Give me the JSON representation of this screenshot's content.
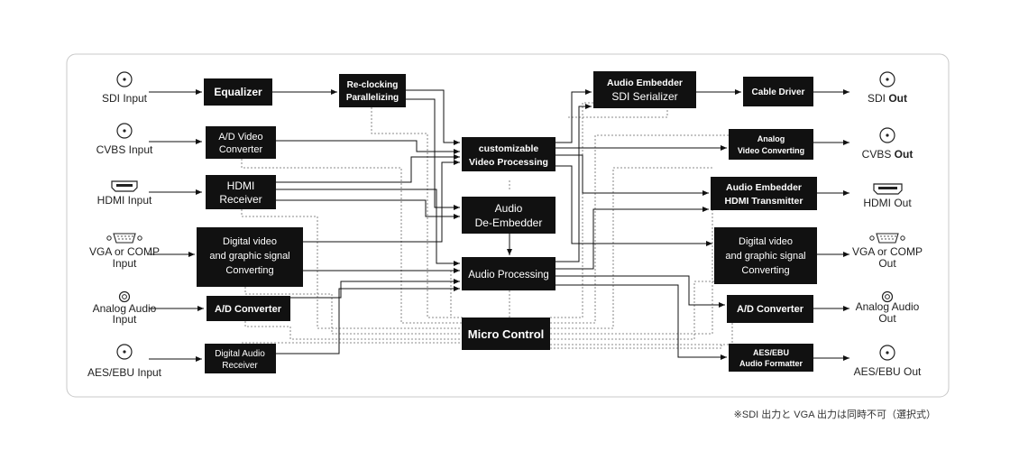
{
  "inputs": {
    "sdi": "SDI Input",
    "cvbs": "CVBS Input",
    "hdmi": "HDMI Input",
    "vga_1": "VGA or COMP",
    "vga_2": "Input",
    "analog_1": "Analog Audio",
    "analog_2": "Input",
    "aes": "AES/EBU Input"
  },
  "outputs": {
    "sdi_a": "SDI ",
    "sdi_b": "Out",
    "cvbs_a": "CVBS ",
    "cvbs_b": "Out",
    "hdmi": "HDMI Out",
    "vga_1": "VGA or COMP",
    "vga_2": "Out",
    "analog_1": "Analog Audio",
    "analog_2": "Out",
    "aes": "AES/EBU Out"
  },
  "blocks": {
    "equalizer": "Equalizer",
    "reclock_1": "Re-clocking",
    "reclock_2": "Parallelizing",
    "adv_1": "A/D Video",
    "adv_2": "Converter",
    "hdmirx_1": "HDMI",
    "hdmirx_2": "Receiver",
    "dvin_1": "Digital video",
    "dvin_2": "and graphic signal",
    "dvin_3": "Converting",
    "ada_in": "A/D Converter",
    "dar_1": "Digital Audio",
    "dar_2": "Receiver",
    "cvp_1": "customizable",
    "cvp_2": "Video Processing",
    "adeemb_1": "Audio",
    "adeemb_2": "De-Embedder",
    "audproc": "Audio Processing",
    "micro": "Micro Control",
    "aemb_sdi_1": "Audio Embedder",
    "aemb_sdi_2": "SDI Serializer",
    "cable": "Cable Driver",
    "avc_1": "Analog",
    "avc_2": "Video Converting",
    "aemb_hdmi_1": "Audio Embedder",
    "aemb_hdmi_2": "HDMI Transmitter",
    "dvout_1": "Digital video",
    "dvout_2": "and graphic signal",
    "dvout_3": "Converting",
    "ada_out": "A/D Converter",
    "aesfmt_1": "AES/EBU",
    "aesfmt_2": "Audio Formatter"
  },
  "footnote": "※SDI 出力と VGA 出力は同時不可（選択式）",
  "icons": [
    "bnc-connector-icon",
    "hdmi-port-icon",
    "vga-port-icon",
    "audio-jack-icon"
  ]
}
